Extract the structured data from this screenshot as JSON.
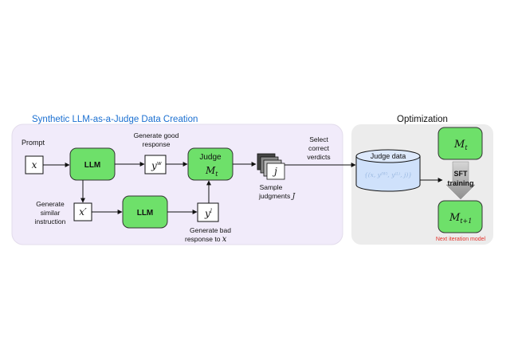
{
  "synthetic_section": {
    "title": "Synthetic LLM-as-a-Judge Data Creation",
    "prompt_label": "Prompt",
    "x_symbol": "x",
    "llm_label_1": "LLM",
    "llm_label_2": "LLM",
    "generate_good_line1": "Generate good",
    "generate_good_line2": "response",
    "yw_base": "y",
    "yw_sup": "w",
    "judge_label": "Judge",
    "judge_model_base": "M",
    "judge_model_sub": "t",
    "sample_judgments_line1": "Sample",
    "sample_judgments_line2": "judgments",
    "judgments_symbol": "J",
    "j_symbol": "j",
    "select_line1": "Select",
    "select_line2": "correct",
    "select_line3": "verdicts",
    "generate_similar_line1": "Generate",
    "generate_similar_line2": "similar",
    "generate_similar_line3": "instruction",
    "x_prime_symbol": "x′",
    "yl_base": "y",
    "yl_sup": "l",
    "generate_bad_line1": "Generate bad",
    "generate_bad_line2": "response to",
    "generate_bad_var": "x"
  },
  "optimization_section": {
    "title": "Optimization",
    "judge_data_label": "Judge data",
    "judge_data_tuple": "{(x, y⁽ᵂ⁾, y⁽ᴸ⁾, j)}",
    "model_current_base": "M",
    "model_current_sub": "t",
    "sft_line1": "SFT",
    "sft_line2": "training",
    "model_next_base": "M",
    "model_next_sub": "t+1",
    "next_iteration_label": "Next iteration model"
  },
  "colors": {
    "synthetic_bg": "#f1ebfa",
    "synthetic_border": "#e3dcec",
    "optimization_bg": "#ececec",
    "title_blue": "#1a6fd1",
    "llm_green": "#6ee06a",
    "cylinder_blue": "#cfe1fb",
    "next_iteration_red": "#e3322b"
  }
}
